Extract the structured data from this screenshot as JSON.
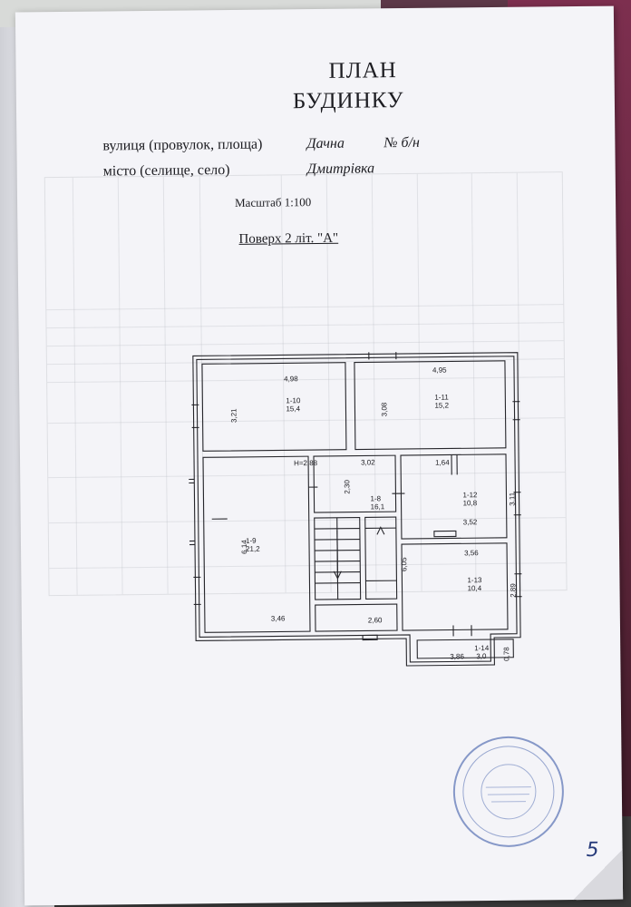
{
  "document": {
    "title_line1": "ПЛАН",
    "title_line2": "БУДИНКУ",
    "street_label": "вулиця (провулок, площа)",
    "street_value": "Дачна",
    "number_value": "№ б/н",
    "city_label": "місто (селище, село)",
    "city_value": "Дмитрівка",
    "scale": "Масштаб 1:100",
    "floor_title": "Поверх 2 літ. \"А\""
  },
  "plan": {
    "height_mark": "Н=2,88",
    "rooms": [
      {
        "id": "1-10",
        "area": "15,4",
        "dims": [
          "4,98",
          "3,21"
        ]
      },
      {
        "id": "1-11",
        "area": "15,2",
        "dims": [
          "4,95",
          "3,08"
        ]
      },
      {
        "id": "1-8",
        "area": "16,1",
        "dims": [
          "3,02",
          "2,30"
        ]
      },
      {
        "id": "1-9",
        "area": "21,2",
        "dims": [
          "6,14",
          "3,46"
        ]
      },
      {
        "id": "1-12",
        "area": "10,8",
        "dims": [
          "1,64",
          "3,11",
          "3,52"
        ]
      },
      {
        "id": "1-13",
        "area": "10,4",
        "dims": [
          "3,56",
          "2,89"
        ]
      },
      {
        "id": "1-14",
        "area": "3,0",
        "dims": [
          "3,86",
          "0,78"
        ]
      }
    ],
    "other_dims": [
      "6,05",
      "2,60"
    ]
  },
  "annotations": {
    "page_number": "5"
  },
  "colors": {
    "paper": "#f4f4f8",
    "ink": "#1d1d22",
    "stamp": "#3c5aa8"
  }
}
